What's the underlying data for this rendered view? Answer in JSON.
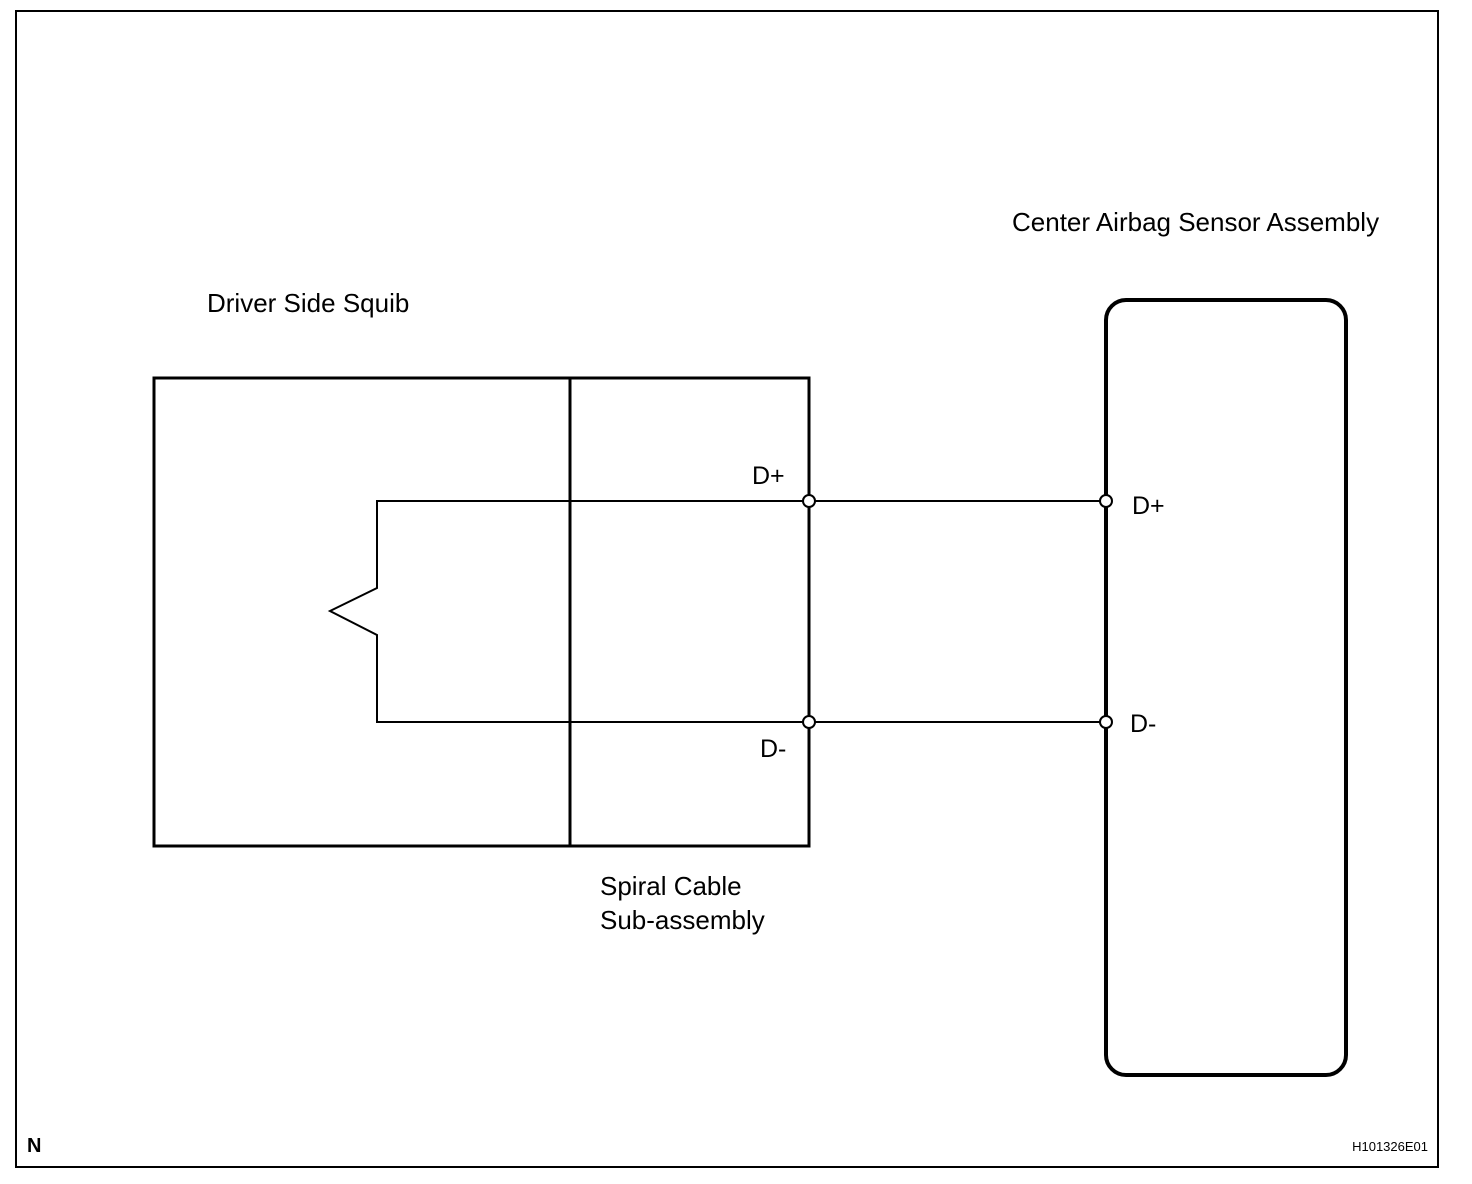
{
  "labels": {
    "center_airbag_sensor": "Center Airbag Sensor Assembly",
    "driver_side_squib": "Driver Side Squib",
    "spiral_cable_line1": "Spiral Cable",
    "spiral_cable_line2": "Sub-assembly",
    "corner_mark": "N",
    "figure_code": "H101326E01"
  },
  "pins": {
    "squib_plus": "D+",
    "squib_minus": "D-",
    "sensor_plus": "D+",
    "sensor_minus": "D-"
  },
  "colors": {
    "line": "#000000",
    "background": "#ffffff"
  }
}
